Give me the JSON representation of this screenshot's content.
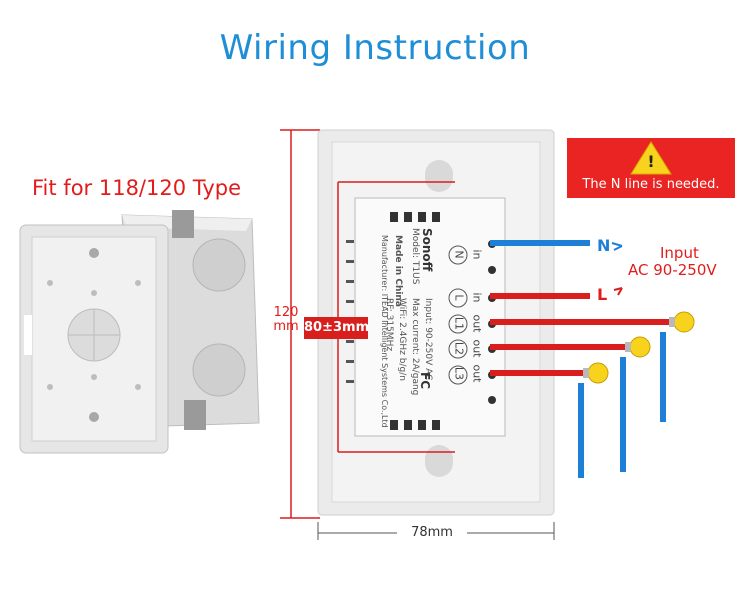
{
  "title": "Wiring Instruction",
  "box": {
    "fit_label": "Fit for 118/120 Type"
  },
  "warning": {
    "text": "The N line is needed.",
    "symbol": "!",
    "color": "#ea2323"
  },
  "device": {
    "brand": "Sonoff",
    "model": "Model: T1US",
    "made_in": "Made in China",
    "manufacturer": "Manufacturer: ITEAD Intelligent Systems Co.,Ltd",
    "spec_input": "Input: 90-250V AC",
    "spec_max_current": "Max current: 2A/gang",
    "spec_wifi": "WiFi: 2.4GHz b/g/n",
    "spec_rf": "RF: 315MHz",
    "fc_mark": "FC",
    "terminals": [
      "N",
      "L",
      "L1",
      "L2",
      "L3"
    ],
    "terminal_labels": [
      "in",
      "in",
      "out",
      "out",
      "out"
    ]
  },
  "wiring": {
    "n_label": "N",
    "l_label": "L",
    "input_label": "Input",
    "input_voltage": "AC 90-250V",
    "n_color": "#1e7fd6",
    "l_color": "#d91e1e"
  },
  "dimensions": {
    "height_value": "120",
    "height_unit": "mm",
    "inner_size": "80±3mm",
    "width": "78mm"
  },
  "colors": {
    "accent_blue": "#1e8fd6",
    "accent_red": "#e21c1c"
  }
}
